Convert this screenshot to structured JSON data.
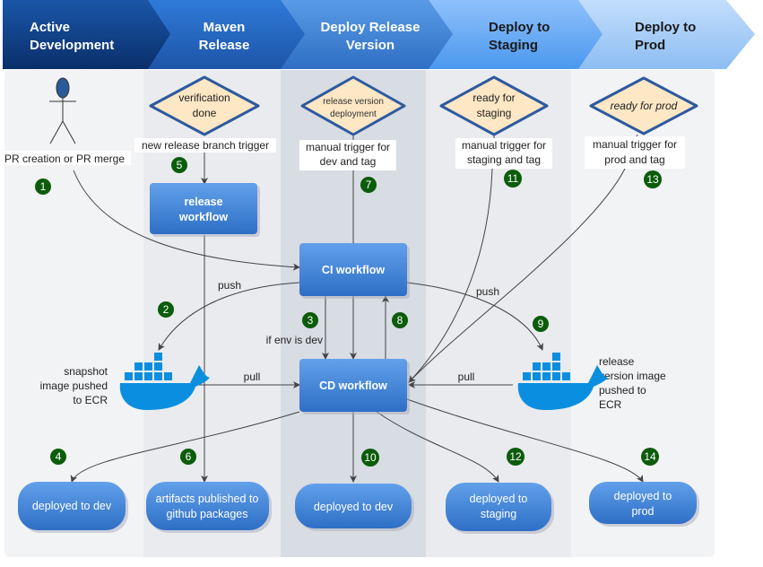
{
  "stages": [
    {
      "line1": "Active",
      "line2": "Development"
    },
    {
      "line1": "Maven",
      "line2": "Release"
    },
    {
      "line1": "Deploy Release",
      "line2": "Version"
    },
    {
      "line1": "Deploy to",
      "line2": "Staging"
    },
    {
      "line1": "Deploy to",
      "line2": "Prod"
    }
  ],
  "decisions": {
    "verification": {
      "line1": "verification",
      "line2": "done"
    },
    "release_version": {
      "line1": "release version",
      "line2": "deployment"
    },
    "staging": {
      "line1": "ready for",
      "line2": "staging"
    },
    "prod": {
      "line1": "ready for prod"
    }
  },
  "labels": {
    "pr": "PR creation or PR merge",
    "branch_trigger": "new release branch trigger",
    "trigger_dev": {
      "line1": "manual trigger for",
      "line2": "dev and tag"
    },
    "trigger_staging": {
      "line1": "manual trigger for",
      "line2": "staging and tag"
    },
    "trigger_prod": {
      "line1": "manual trigger for",
      "line2": "prod and tag"
    },
    "push": "push",
    "pull": "pull",
    "if_env": "if env is dev",
    "snapshot": {
      "line1": "snapshot",
      "line2": "image pushed",
      "line3": "to ECR"
    },
    "release_image": {
      "line1": "release",
      "line2": "version image",
      "line3": "pushed to",
      "line4": "ECR"
    }
  },
  "workflows": {
    "release": {
      "line1": "release",
      "line2": "workflow"
    },
    "ci": "CI workflow",
    "cd": "CD workflow"
  },
  "outcomes": {
    "dev1": {
      "line1": "deployed to dev"
    },
    "artifacts": {
      "line1": "artifacts published to",
      "line2": "github packages"
    },
    "dev2": {
      "line1": "deployed to dev"
    },
    "staging": {
      "line1": "deployed to",
      "line2": "staging"
    },
    "prod": {
      "line1": "deployed to",
      "line2": "prod"
    }
  },
  "steps": [
    "1",
    "2",
    "3",
    "4",
    "5",
    "6",
    "7",
    "8",
    "9",
    "10",
    "11",
    "12",
    "13",
    "14"
  ],
  "colors": {
    "badge": "#0b5c0b",
    "node": "#3d7fd3",
    "diamond": "#fde7c4",
    "diamond_border": "#2d5aa0",
    "docker": "#0a8fe0"
  }
}
